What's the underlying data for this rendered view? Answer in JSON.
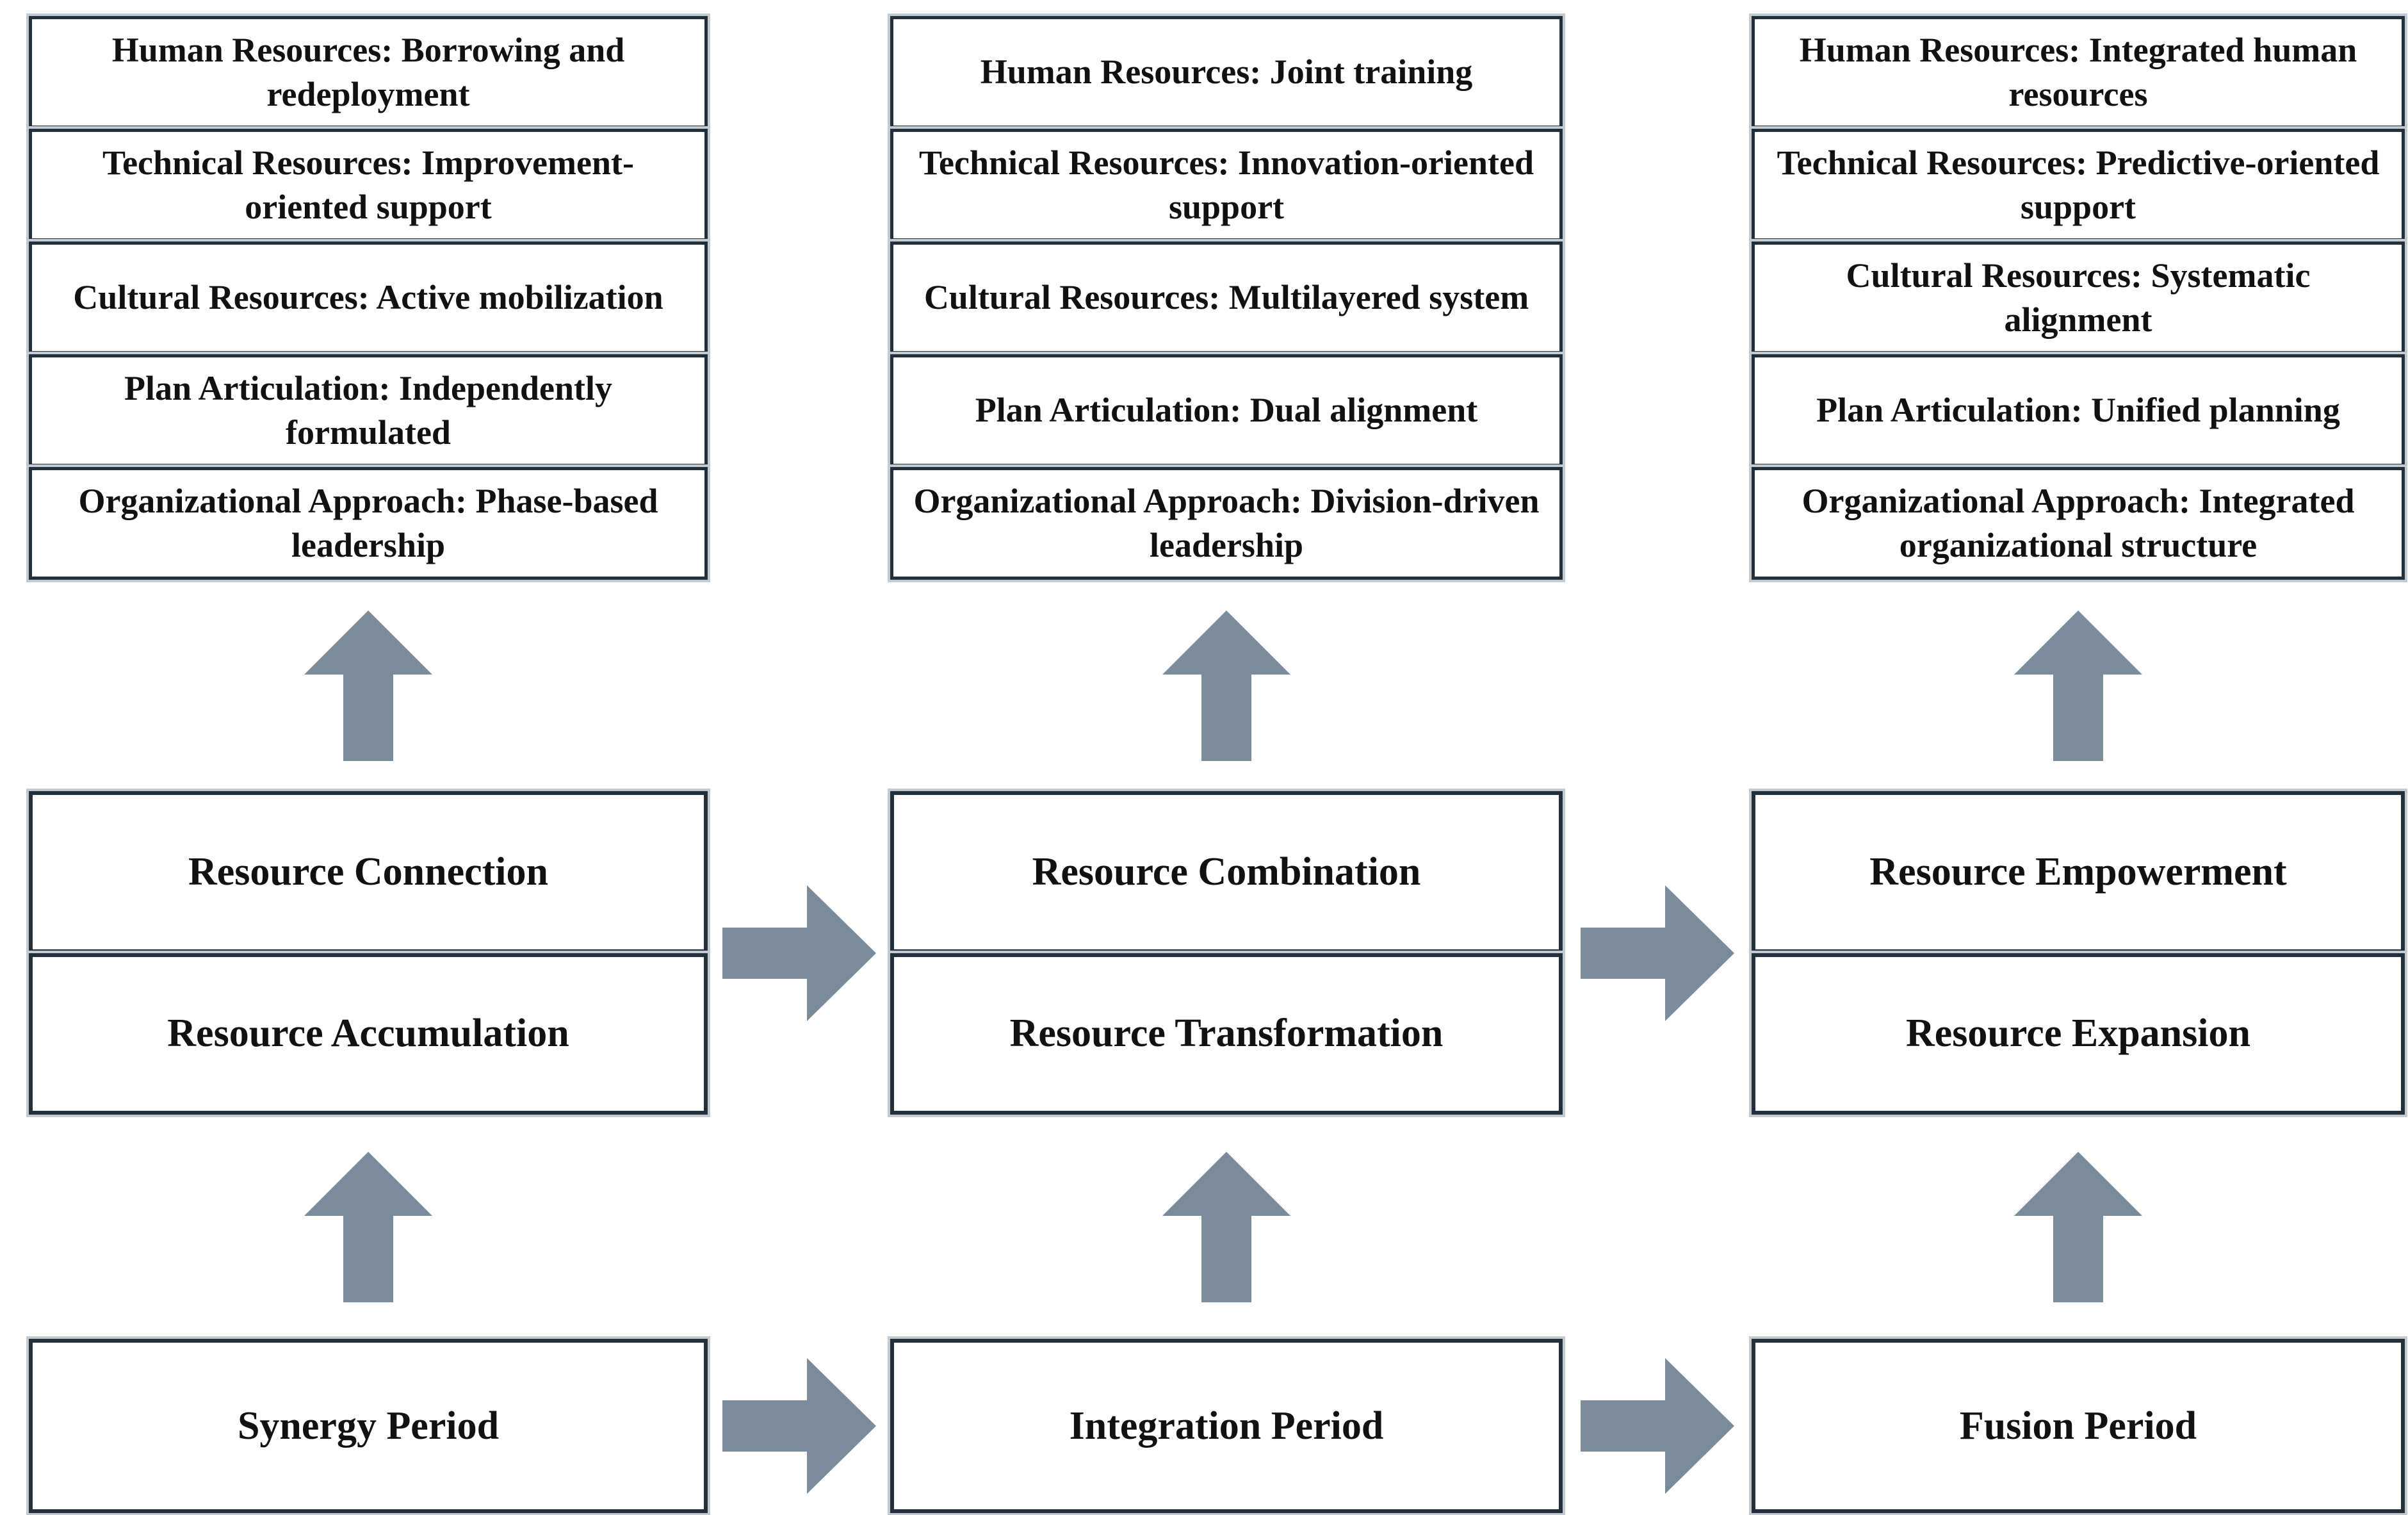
{
  "colors": {
    "arrow": "#7a8c9b",
    "box_border": "#232f3a",
    "box_fill": "#ffffff",
    "text": "#111111",
    "edge_highlight": "#c3cad0"
  },
  "columns": [
    {
      "attributes": [
        "Human Resources: Borrowing and redeployment",
        "Technical Resources: Improvement-oriented support",
        "Cultural Resources: Active mobilization",
        "Plan Articulation: Independently formulated",
        "Organizational Approach: Phase-based leadership"
      ],
      "stage_top": "Resource Connection",
      "stage_bottom": "Resource Accumulation",
      "period": "Synergy Period"
    },
    {
      "attributes": [
        "Human Resources: Joint training",
        "Technical Resources: Innovation-oriented support",
        "Cultural Resources: Multilayered system",
        "Plan Articulation: Dual alignment",
        "Organizational Approach: Division-driven leadership"
      ],
      "stage_top": "Resource Combination",
      "stage_bottom": "Resource Transformation",
      "period": "Integration Period"
    },
    {
      "attributes": [
        "Human Resources: Integrated human resources",
        "Technical Resources: Predictive-oriented support",
        "Cultural Resources: Systematic alignment",
        "Plan Articulation: Unified planning",
        "Organizational Approach: Integrated organizational structure"
      ],
      "stage_top": "Resource Empowerment",
      "stage_bottom": "Resource Expansion",
      "period": "Fusion Period"
    }
  ]
}
